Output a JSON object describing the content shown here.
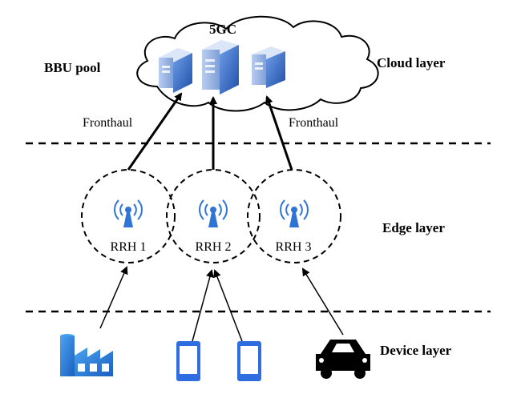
{
  "cloud": {
    "label": "5GC",
    "bbu_label": "BBU pool"
  },
  "layers": {
    "cloud": "Cloud layer",
    "edge": "Edge layer",
    "device": "Device layer"
  },
  "links": {
    "fronthaul_left": "Fronthaul",
    "fronthaul_right": "Fronthaul"
  },
  "rrhs": [
    {
      "label": "RRH 1"
    },
    {
      "label": "RRH 2"
    },
    {
      "label": "RRH 3"
    }
  ],
  "devices": [
    {
      "icon": "factory-icon"
    },
    {
      "icon": "smartphone-icon"
    },
    {
      "icon": "smartphone-icon"
    },
    {
      "icon": "car-icon"
    }
  ],
  "colors": {
    "server_blue": "#3f6fc6",
    "device_blue": "#2f6ee0",
    "factory_blue": "#2b7bd8",
    "antenna_blue": "#2e74d6",
    "line": "#000000"
  }
}
